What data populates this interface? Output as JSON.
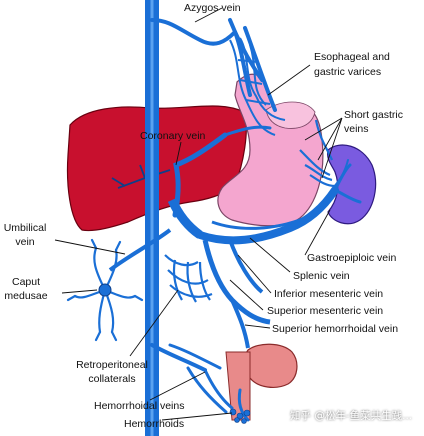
{
  "colors": {
    "vein": "#1a6fd6",
    "vein_dark": "#0d3f8a",
    "liver": "#c8102e",
    "stomach": "#f4a6cf",
    "spleen": "#7a5be0",
    "rectum": "#e88a8a"
  },
  "labels": {
    "azygos": "Azygos vein",
    "esophageal": "Esophageal and gastric varices",
    "short_gastric": "Short gastric veins",
    "coronary": "Coronary vein",
    "umbilical": "Umbilical vein",
    "caput": "Caput medusae",
    "gastroepiploic": "Gastroepiploic vein",
    "splenic": "Splenic vein",
    "inferior_mesenteric": "Inferior mesenteric vein",
    "superior_mesenteric": "Superior mesenteric vein",
    "superior_hemorrhoidal": "Superior hemorrhoidal vein",
    "retroperitoneal": "Retroperitoneal collaterals",
    "hemorrhoidal_veins": "Hemorrhoidal veins",
    "hemorrhoids": "Hemorrhoids"
  },
  "watermark": "知乎 @松年-鱼菜共生践..."
}
